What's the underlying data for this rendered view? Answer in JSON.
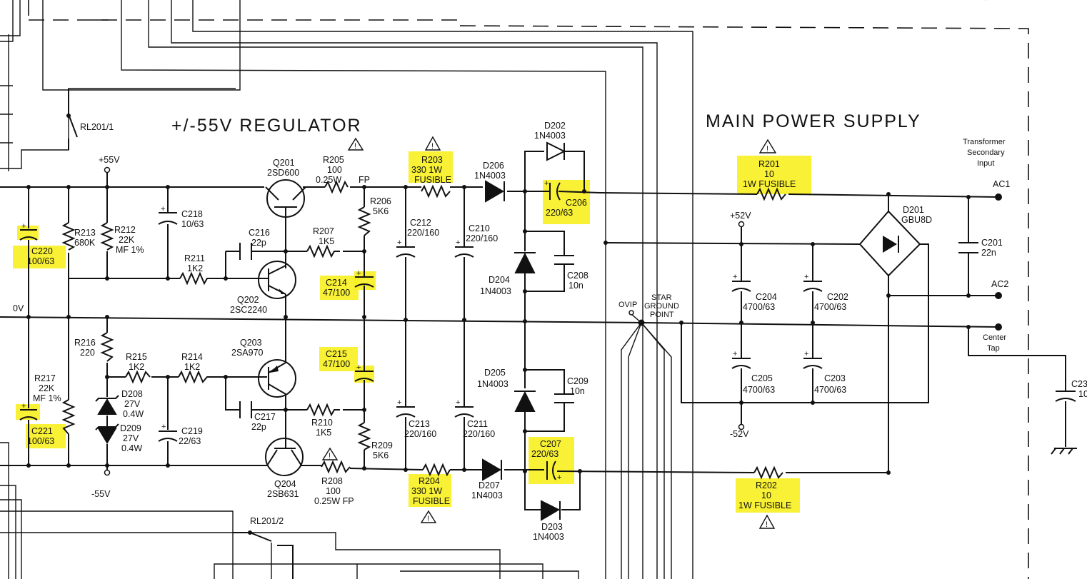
{
  "titles": {
    "regulator": "+/-55V REGULATOR",
    "main_supply": "MAIN POWER SUPPLY",
    "transformer": [
      "Transformer",
      "Secondary",
      "Input"
    ]
  },
  "nets": {
    "p55": "+55V",
    "n55": "-55V",
    "ov": "0V",
    "p52": "+52V",
    "n52": "-52V",
    "fp": "FP",
    "ac1": "AC1",
    "ac2": "AC2",
    "center_tap": [
      "Center",
      "Tap"
    ],
    "ovip": "OVIP",
    "star": [
      "STAR",
      "GROUND",
      "POINT"
    ]
  },
  "relays": {
    "rl1": "RL201/1",
    "rl2": "RL201/2"
  },
  "transistors": {
    "q201": [
      "Q201",
      "2SD600"
    ],
    "q202": [
      "Q202",
      "2SC2240"
    ],
    "q203": [
      "Q203",
      "2SA970"
    ],
    "q204": [
      "Q204",
      "2SB631"
    ]
  },
  "resistors": {
    "r205": [
      "R205",
      "100",
      "0.25W"
    ],
    "r206": [
      "R206",
      "5K6"
    ],
    "r207": [
      "R207",
      "1K5"
    ],
    "r211": [
      "R211",
      "1K2"
    ],
    "r212": [
      "R212",
      "22K",
      "MF 1%"
    ],
    "r213": [
      "R213",
      "680K"
    ],
    "r216": [
      "R216",
      "220"
    ],
    "r215": [
      "R215",
      "1K2"
    ],
    "r214": [
      "R214",
      "1K2"
    ],
    "r217": [
      "R217",
      "22K",
      "MF 1%"
    ],
    "r210": [
      "R210",
      "1K5"
    ],
    "r209": [
      "R209",
      "5K6"
    ],
    "r208": [
      "R208",
      "100",
      "0.25W  FP"
    ],
    "r203": [
      "R203",
      "330   1W",
      "FUSIBLE"
    ],
    "r204": [
      "R204",
      "330   1W",
      "FUSIBLE"
    ],
    "r201": [
      "R201",
      "10",
      "1W  FUSIBLE"
    ],
    "r202": [
      "R202",
      "10",
      "1W  FUSIBLE"
    ]
  },
  "capacitors": {
    "c218": [
      "C218",
      "10/63"
    ],
    "c216": [
      "C216",
      "22p"
    ],
    "c220": [
      "C220",
      "100/63"
    ],
    "c214": [
      "C214",
      "47/100"
    ],
    "c215": [
      "C215",
      "47/100"
    ],
    "c217": [
      "C217",
      "22p"
    ],
    "c219": [
      "C219",
      "22/63"
    ],
    "c221": [
      "C221",
      "100/63"
    ],
    "c212": [
      "C212",
      "220/160"
    ],
    "c210": [
      "C210",
      "220/160"
    ],
    "c213": [
      "C213",
      "220/160"
    ],
    "c211": [
      "C211",
      "220/160"
    ],
    "c206": [
      "C206",
      "220/63"
    ],
    "c207": [
      "C207",
      "220/63"
    ],
    "c208": [
      "C208",
      "10n"
    ],
    "c209": [
      "C209",
      "10n"
    ],
    "c204": [
      "C204",
      "4700/63"
    ],
    "c202": [
      "C202",
      "4700/63"
    ],
    "c205": [
      "C205",
      "4700/63"
    ],
    "c203": [
      "C203",
      "4700/63"
    ],
    "c201": [
      "C201",
      "22n"
    ],
    "c23x": [
      "C23",
      "10"
    ]
  },
  "diodes": {
    "d202": [
      "D202",
      "1N4003"
    ],
    "d206": [
      "D206",
      "1N4003"
    ],
    "d204": [
      "D204",
      "1N4003"
    ],
    "d205": [
      "D205",
      "1N4003"
    ],
    "d207": [
      "D207",
      "1N4003"
    ],
    "d203": [
      "D203",
      "1N4003"
    ],
    "d208": [
      "D208",
      "27V",
      "0.4W"
    ],
    "d209": [
      "D209",
      "27V",
      "0.4W"
    ],
    "d201": [
      "D201",
      "GBU8D"
    ]
  },
  "warning_symbol": "⚠"
}
